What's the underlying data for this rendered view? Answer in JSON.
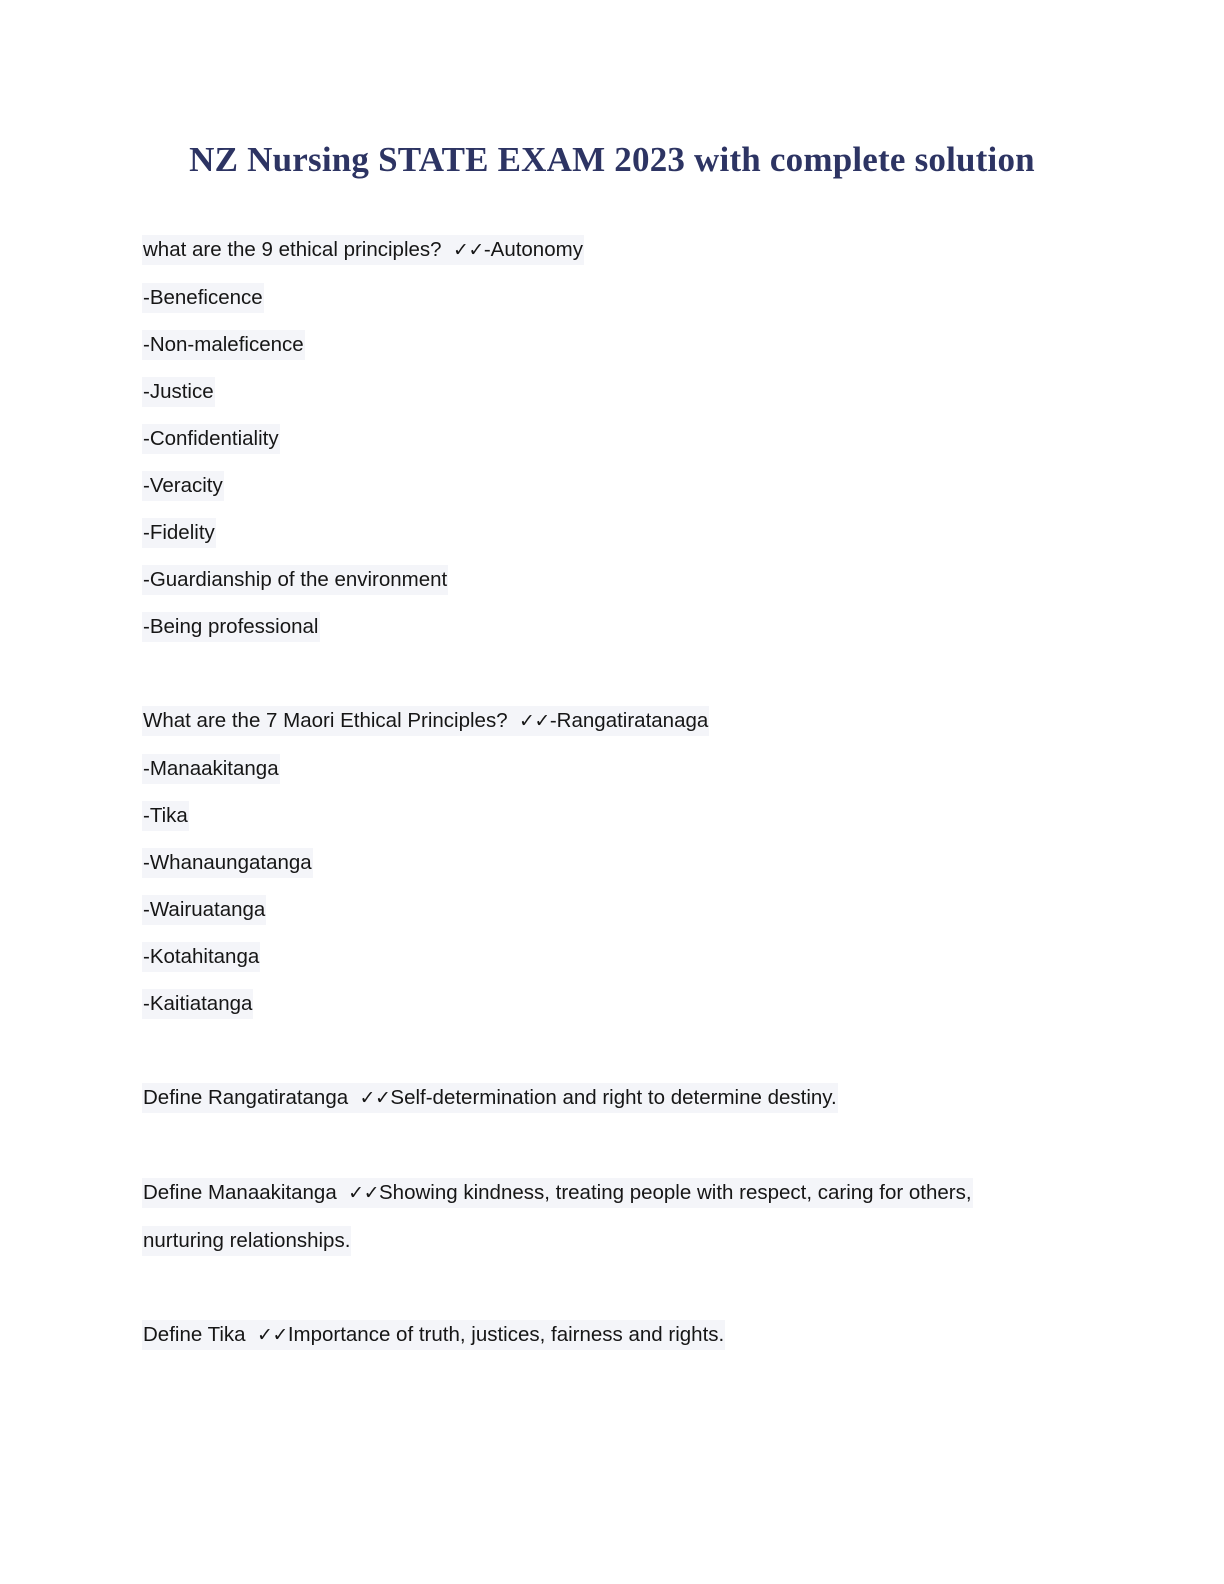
{
  "document": {
    "title": "NZ Nursing STATE EXAM 2023 with complete solution",
    "title_color": "#2d3463",
    "highlight_color": "#f4f5f9",
    "body_color": "#161616",
    "page_background": "#ffffff"
  },
  "tick_mark": "✓✓",
  "sections": [
    {
      "id": "nine-ethical-principles",
      "question": "what are the 9 ethical principles?",
      "answer_first_line": "-Autonomy",
      "items": [
        "-Beneficence",
        "-Non-maleficence",
        "-Justice",
        "-Confidentiality",
        "-Veracity",
        "-Fidelity",
        "-Guardianship of the environment",
        "-Being professional"
      ]
    },
    {
      "id": "seven-maori-ethical-principles",
      "question": "What are the 7 Maori Ethical Principles?",
      "answer_first_line": "-Rangatiratanaga",
      "items": [
        "-Manaakitanga",
        "-Tika",
        "-Whanaungatanga",
        "-Wairuatanga",
        "-Kotahitanga",
        "-Kaitiatanga"
      ]
    }
  ],
  "definitions": [
    {
      "id": "define-rangatiratanga",
      "term": "Define Rangatiratanga",
      "answer": "Self-determination and right to determine destiny."
    },
    {
      "id": "define-manaakitanga",
      "term": "Define Manaakitanga",
      "answer": "Showing kindness, treating people with respect, caring for others, nurturing relationships."
    },
    {
      "id": "define-tika",
      "term": "Define Tika",
      "answer": "Importance of truth, justices, fairness and rights."
    }
  ]
}
